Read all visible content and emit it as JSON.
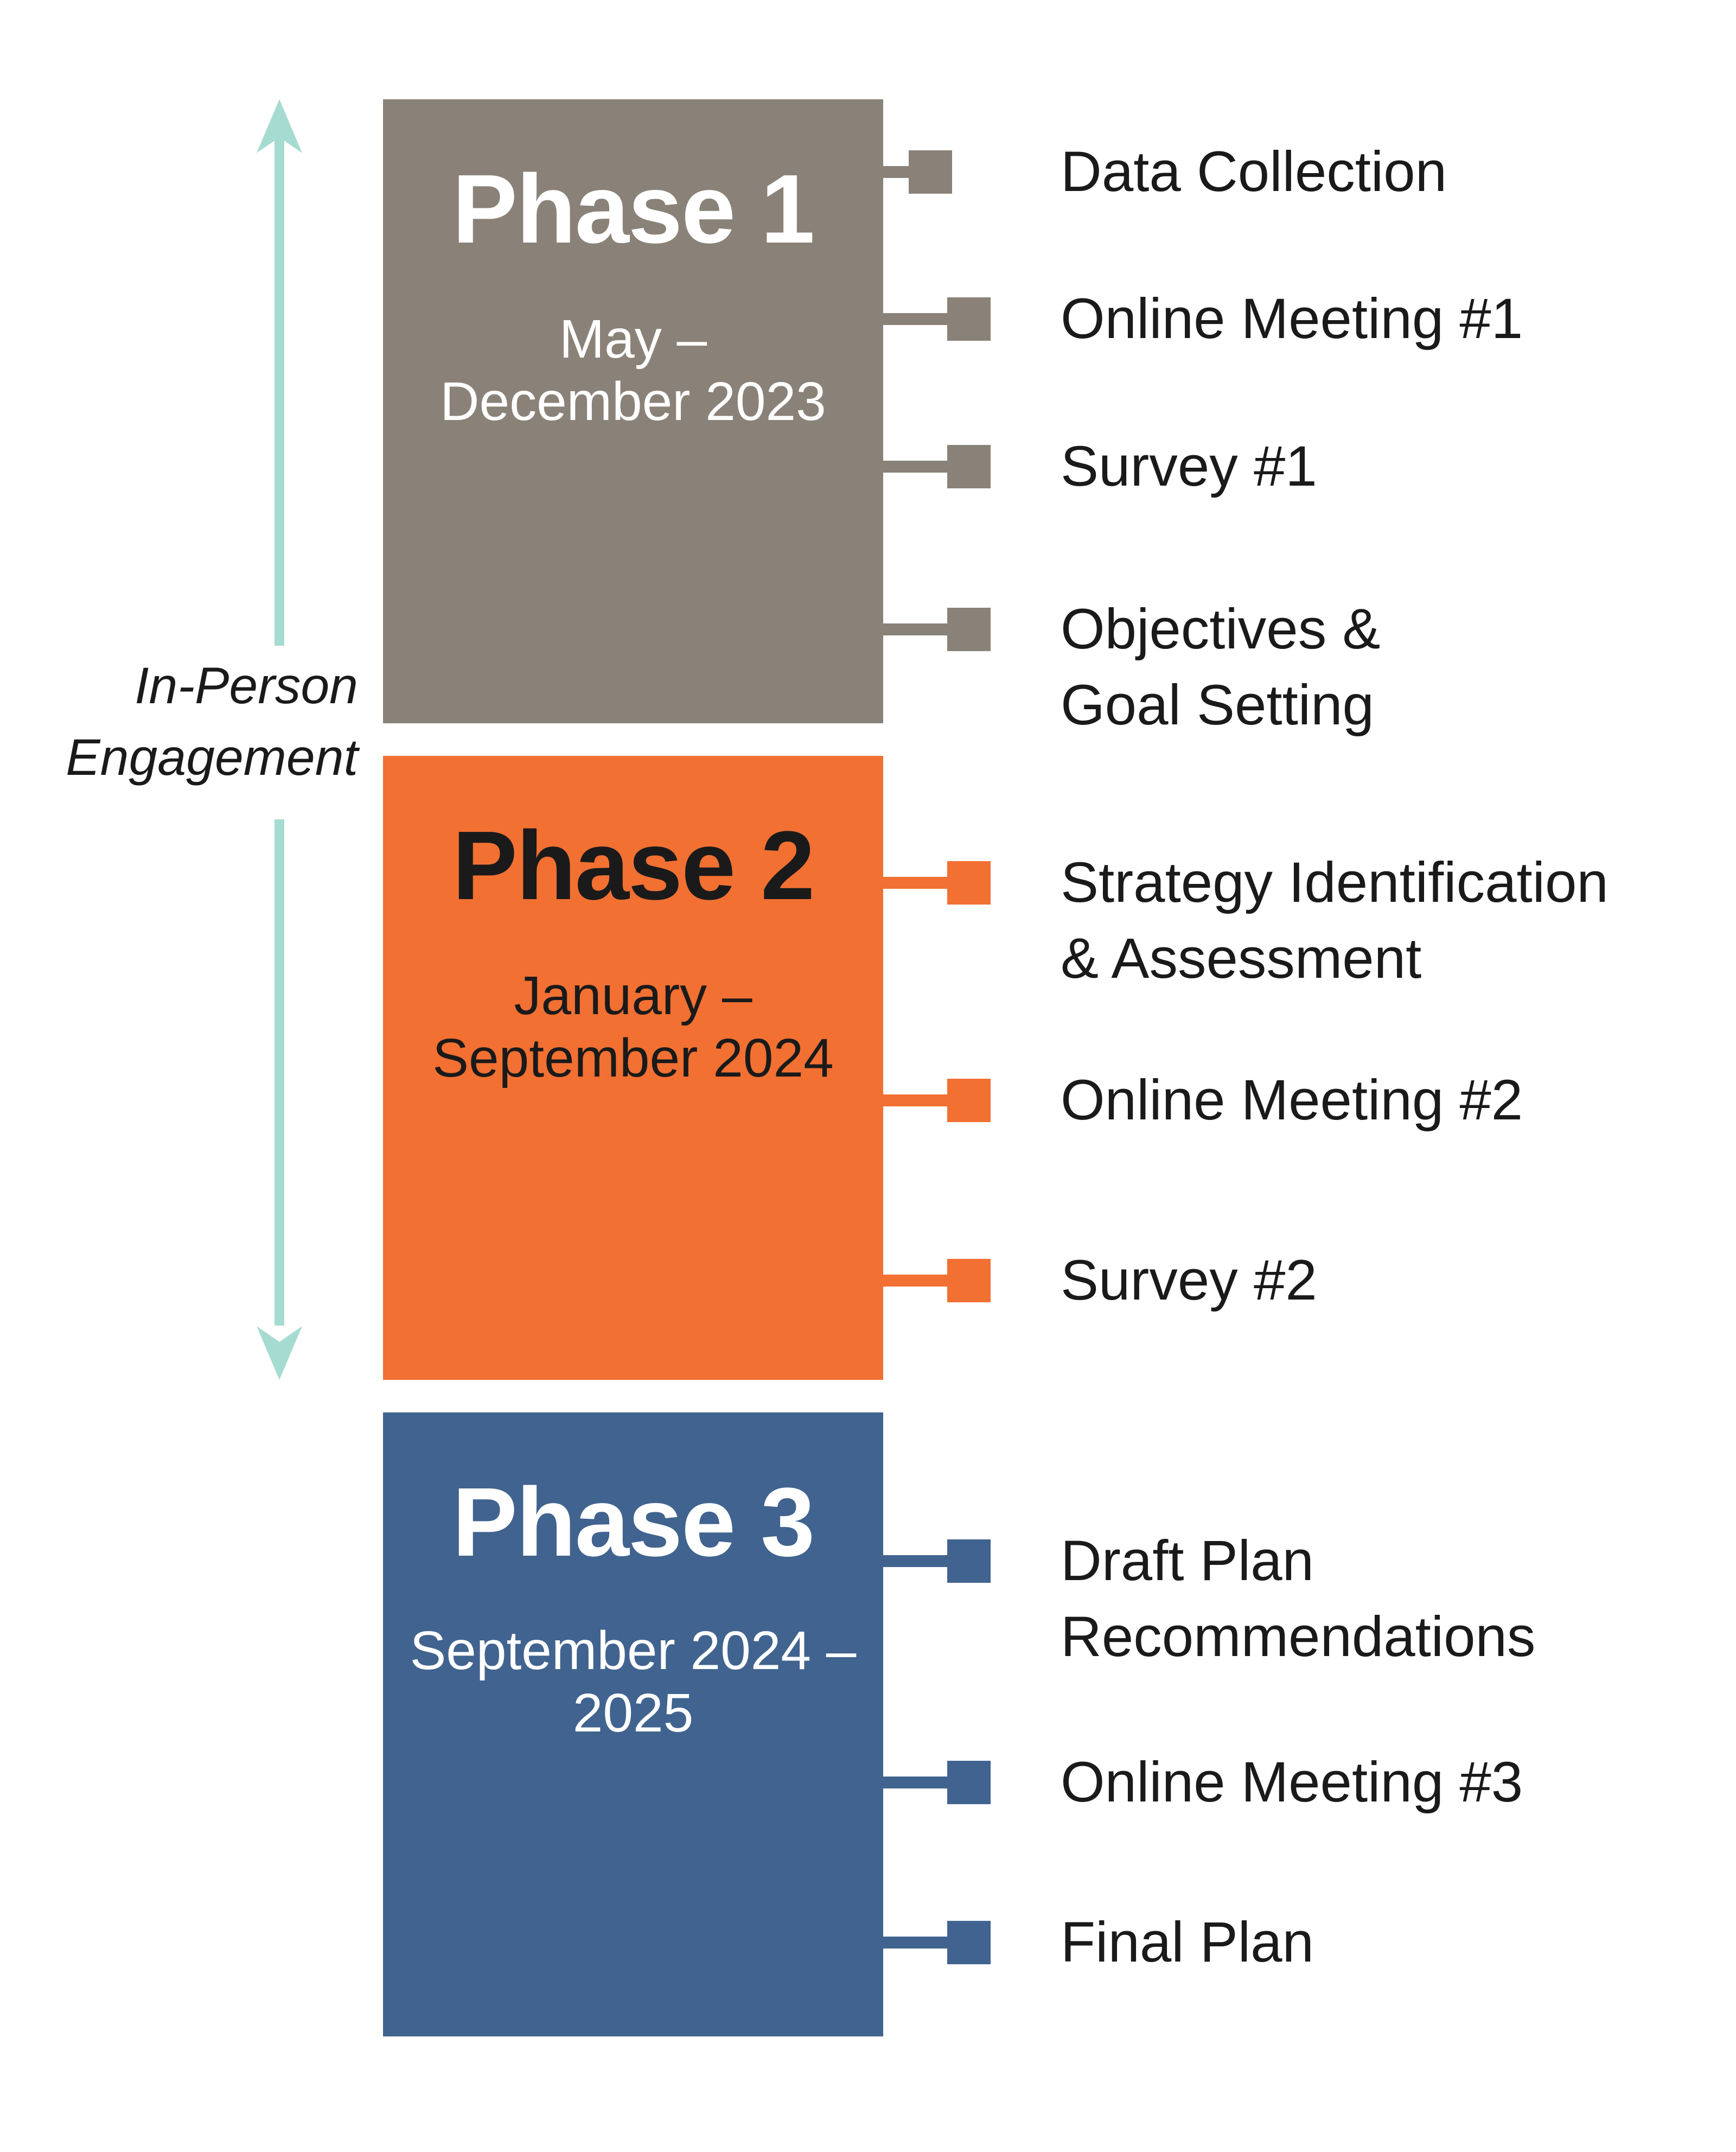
{
  "diagram": {
    "background_color": "#FFFFFF",
    "axis": {
      "label_line1": "In-Person",
      "label_line2": "Engagement",
      "color": "#A6DBD1"
    },
    "phases": [
      {
        "title": "Phase 1",
        "date_line1": "May –",
        "date_line2": "December 2023",
        "color": "#8A8278",
        "text_color": "#FFFFFF",
        "items": [
          {
            "line1": "Data Collection"
          },
          {
            "line1": "Online Meeting #1"
          },
          {
            "line1": "Survey #1"
          },
          {
            "line1": "Objectives &",
            "line2": "Goal Setting"
          }
        ]
      },
      {
        "title": "Phase 2",
        "date_line1": "January –",
        "date_line2": "September 2024",
        "color": "#F27032",
        "text_color": "#1A1A1A",
        "items": [
          {
            "line1": "Strategy Identification",
            "line2": "& Assessment"
          },
          {
            "line1": "Online Meeting #2"
          },
          {
            "line1": "Survey #2"
          }
        ]
      },
      {
        "title": "Phase 3",
        "date_line1": "September 2024 –",
        "date_line2": "2025",
        "color": "#41638F",
        "text_color": "#FFFFFF",
        "items": [
          {
            "line1": "Draft Plan",
            "line2": "Recommendations"
          },
          {
            "line1": "Online Meeting #3"
          },
          {
            "line1": "Final Plan"
          }
        ]
      }
    ]
  }
}
